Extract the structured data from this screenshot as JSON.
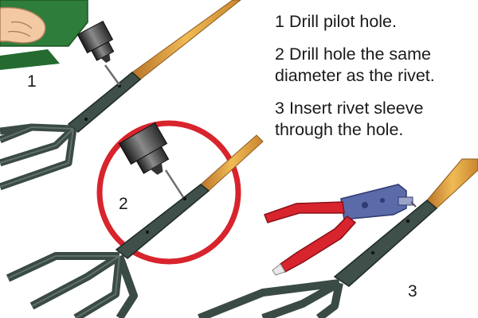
{
  "instructions": [
    {
      "number": "1",
      "text": "Drill pilot hole."
    },
    {
      "number": "2",
      "text": "Drill hole the same diameter as the rivet."
    },
    {
      "number": "3",
      "text": "Insert rivet sleeve through the hole."
    }
  ],
  "step_markers": {
    "one": "1",
    "two": "2",
    "three": "3"
  },
  "colors": {
    "fork_metal": "#3a4a44",
    "wood_handle": "#e3a63f",
    "highlight_circle": "#d8242d",
    "drill_body": "#2e7d3a",
    "riveter_handles": "#d8242d",
    "riveter_metal": "#5b6aa8"
  }
}
